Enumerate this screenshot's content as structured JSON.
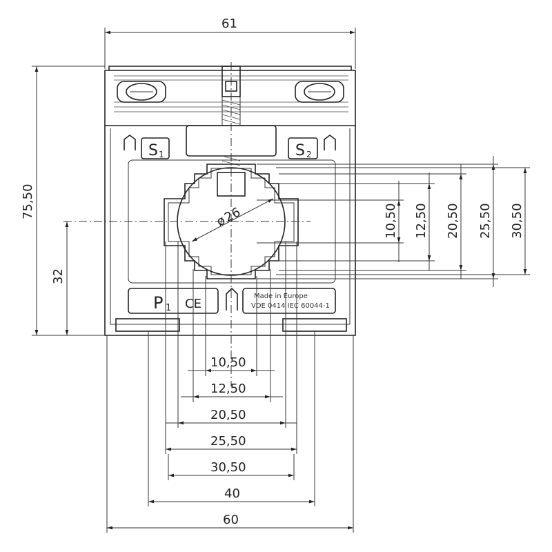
{
  "dimensions": {
    "overall_width_top": "61",
    "overall_height": "75,50",
    "center_height": "32",
    "diameter": "26",
    "diameter_symbol": "ø",
    "bottom": [
      "10,50",
      "12,50",
      "20,50",
      "25,50",
      "30,50",
      "40",
      "60"
    ],
    "right": [
      "10,50",
      "12,50",
      "20,50",
      "25,50",
      "30,50"
    ]
  },
  "labels": {
    "s1": "S",
    "s1_sub": "1",
    "s2": "S",
    "s2_sub": "2",
    "p1": "P",
    "p1_sub": "1",
    "ce_mark": "CE",
    "made_in": "Made in Europe",
    "standard": "VDE 0414 IEC 60044-1"
  }
}
